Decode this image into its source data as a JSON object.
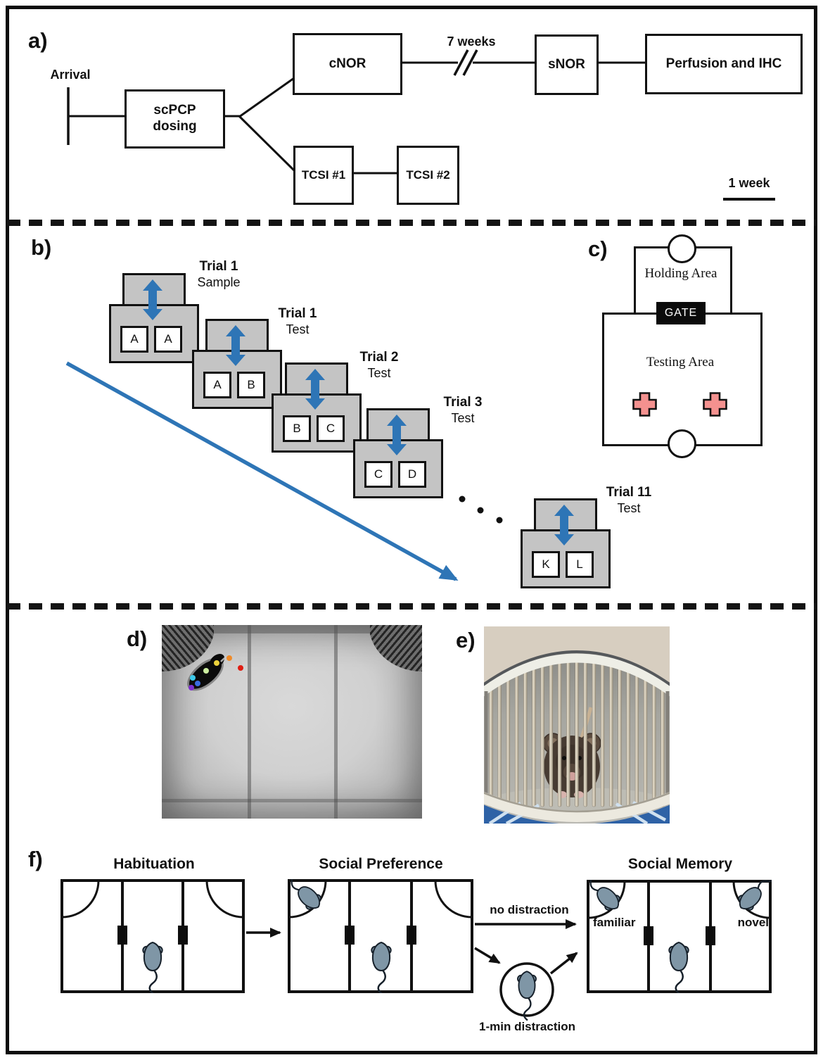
{
  "panel_a": {
    "label": "a)",
    "arrival": "Arrival",
    "dosing_line1": "scPCP",
    "dosing_line2": "dosing",
    "cnor": "cNOR",
    "duration": "7 weeks",
    "snor": "sNOR",
    "perfusion": "Perfusion and IHC",
    "tcsi1": "TCSI #1",
    "tcsi2": "TCSI #2",
    "scale": "1 week"
  },
  "panel_b": {
    "label": "b)",
    "trials": [
      {
        "title": "Trial 1",
        "subtitle": "Sample",
        "left": "A",
        "right": "A"
      },
      {
        "title": "Trial 1",
        "subtitle": "Test",
        "left": "A",
        "right": "B"
      },
      {
        "title": "Trial 2",
        "subtitle": "Test",
        "left": "B",
        "right": "C"
      },
      {
        "title": "Trial 3",
        "subtitle": "Test",
        "left": "C",
        "right": "D"
      },
      {
        "title": "Trial 11",
        "subtitle": "Test",
        "left": "K",
        "right": "L"
      }
    ]
  },
  "panel_c": {
    "label": "c)",
    "holding": "Holding Area",
    "gate": "GATE",
    "testing": "Testing Area"
  },
  "panel_d": {
    "label": "d)"
  },
  "panel_e": {
    "label": "e)"
  },
  "panel_f": {
    "label": "f)",
    "stage1": "Habituation",
    "stage2": "Social Preference",
    "stage3": "Social Memory",
    "no_distraction": "no distraction",
    "distraction": "1-min distraction",
    "familiar": "familiar",
    "novel": "novel"
  },
  "colors": {
    "arrow_blue": "#2e75b6",
    "box_gray": "#c4c4c4",
    "cross_pink": "#f4918f",
    "mouse_gray": "#7f96a6",
    "cage_blue": "#2e62a6"
  }
}
